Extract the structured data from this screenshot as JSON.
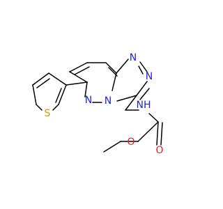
{
  "molecule": {
    "atoms": [
      {
        "id": "s1",
        "label": "S",
        "color": "#c8a400"
      },
      {
        "id": "n1",
        "label": "N",
        "color": "#2222dd"
      },
      {
        "id": "n2",
        "label": "N",
        "color": "#2222dd"
      },
      {
        "id": "n3",
        "label": "N",
        "color": "#2222dd"
      },
      {
        "id": "n4",
        "label": "N",
        "color": "#2222dd"
      },
      {
        "id": "nh",
        "label": "NH",
        "color": "#2222dd"
      },
      {
        "id": "o1",
        "label": "O",
        "color": "#dd2222"
      },
      {
        "id": "o2",
        "label": "O",
        "color": "#dd2222"
      }
    ],
    "bond_color": "#000000"
  }
}
